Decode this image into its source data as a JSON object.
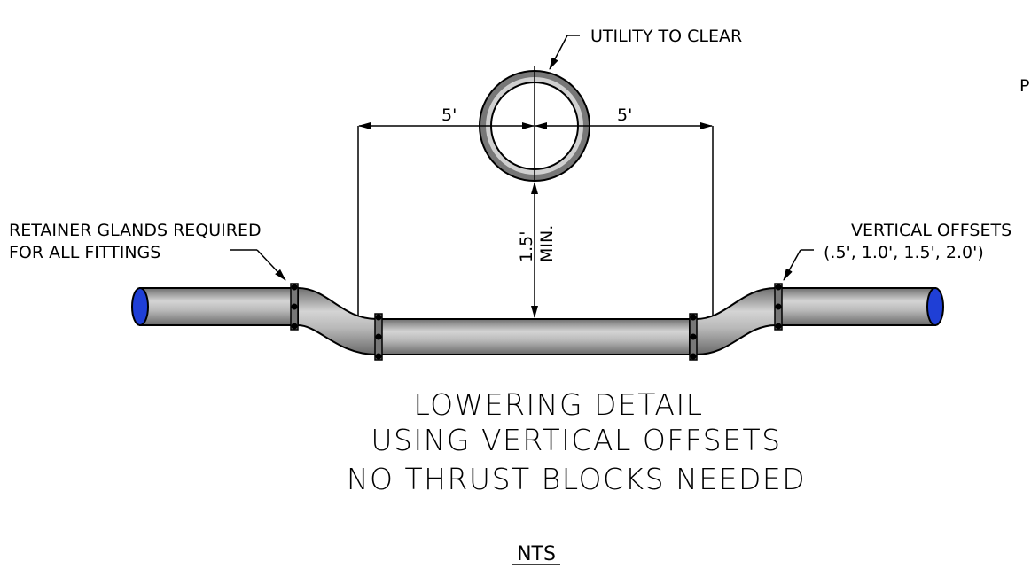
{
  "labels": {
    "utility": "UTILITY TO CLEAR",
    "corner": "P",
    "dim_left": "5'",
    "dim_right": "5'",
    "vertical_value": "1.5'",
    "vertical_min": "MIN.",
    "retainer_line1": "RETAINER GLANDS REQUIRED",
    "retainer_line2": "FOR ALL FITTINGS",
    "offsets_line1": "VERTICAL OFFSETS",
    "offsets_line2": "(.5', 1.0', 1.5', 2.0')"
  },
  "title": {
    "line1": "LOWERING DETAIL",
    "line2": "USING VERTICAL OFFSETS",
    "line3": "NO THRUST BLOCKS NEEDED"
  },
  "scale": "NTS",
  "colors": {
    "pipe_end": "#1f3fd6",
    "pipe_gray": "#a8a8a8",
    "line": "#000000"
  }
}
